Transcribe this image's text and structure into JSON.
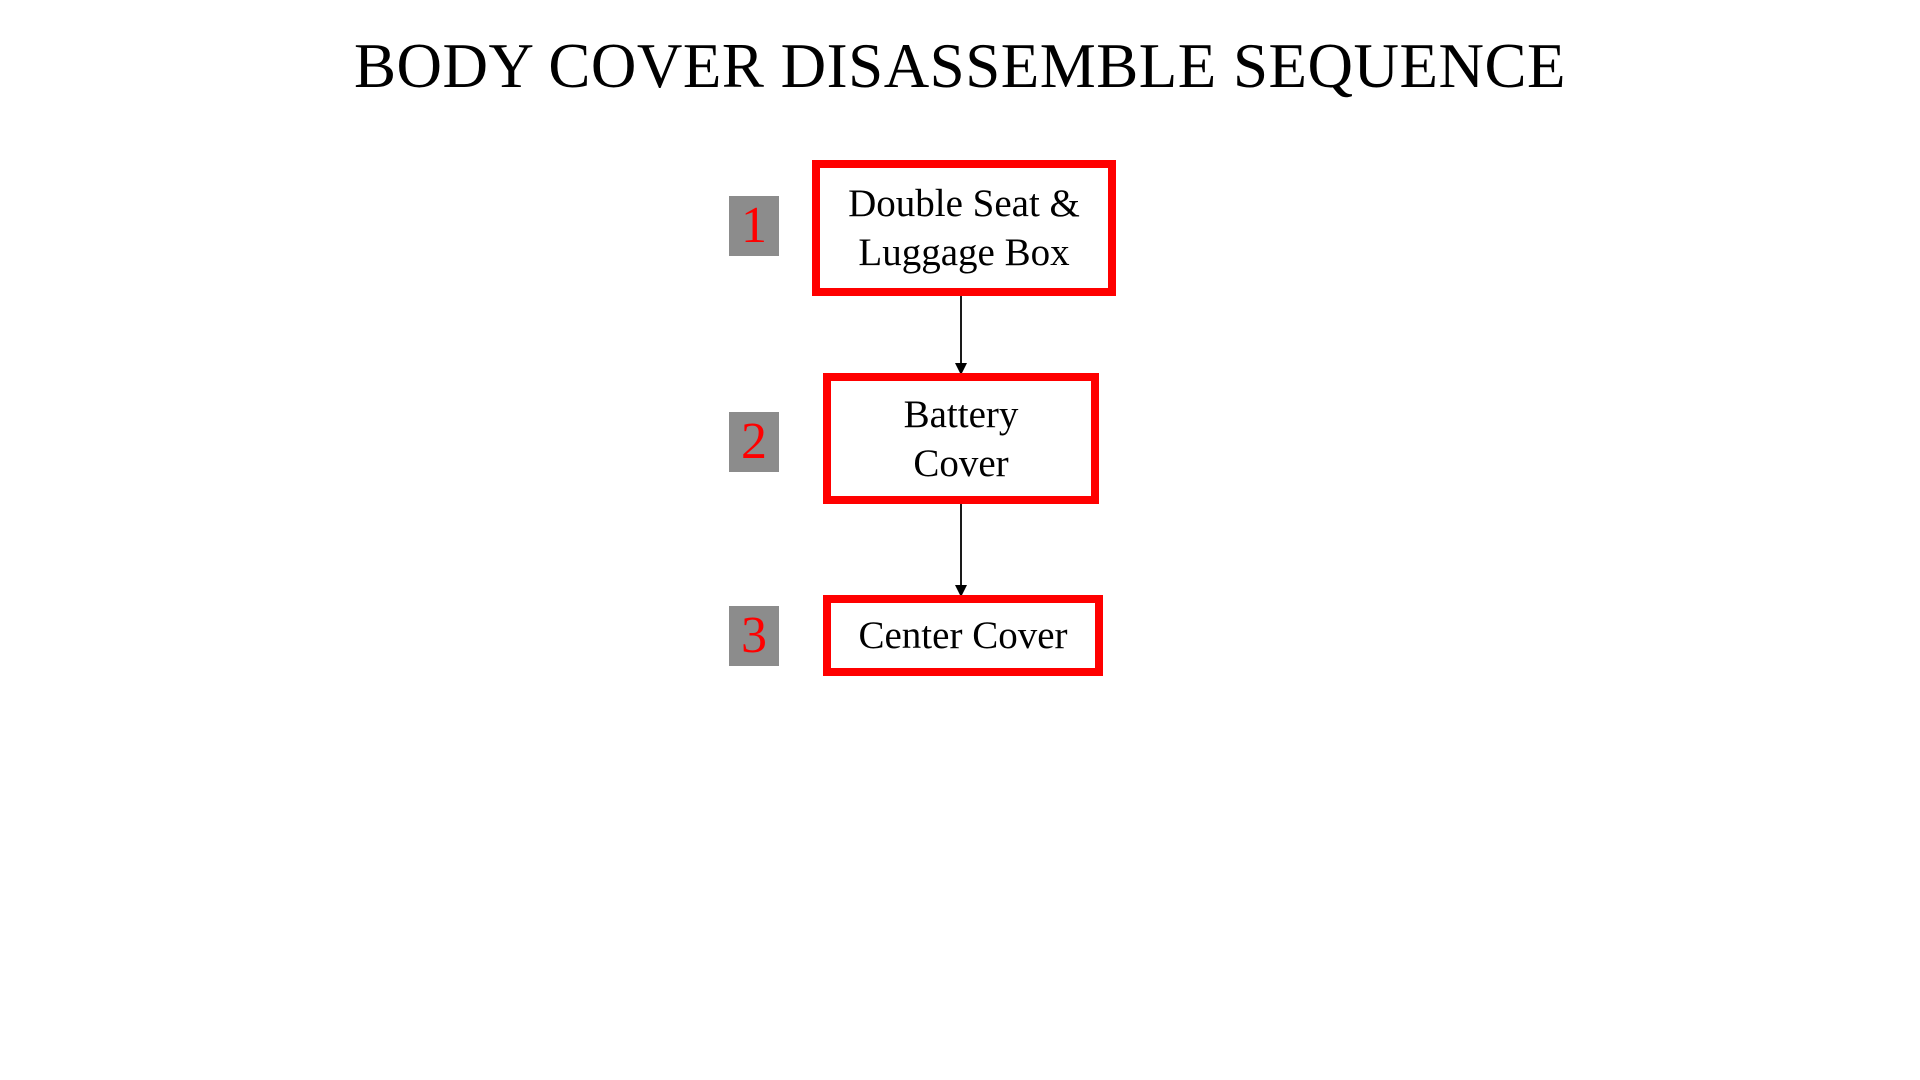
{
  "title": "BODY COVER DISASSEMBLE SEQUENCE",
  "colors": {
    "box_border": "#ff0000",
    "badge_fill": "#8c8c8c",
    "badge_text": "#ff0000",
    "arrow": "#000000"
  },
  "steps": [
    {
      "number": "1",
      "lines": [
        "Double Seat &",
        "Luggage Box"
      ]
    },
    {
      "number": "2",
      "lines": [
        "Battery",
        "Cover"
      ]
    },
    {
      "number": "3",
      "lines": [
        "Center Cover"
      ]
    }
  ]
}
